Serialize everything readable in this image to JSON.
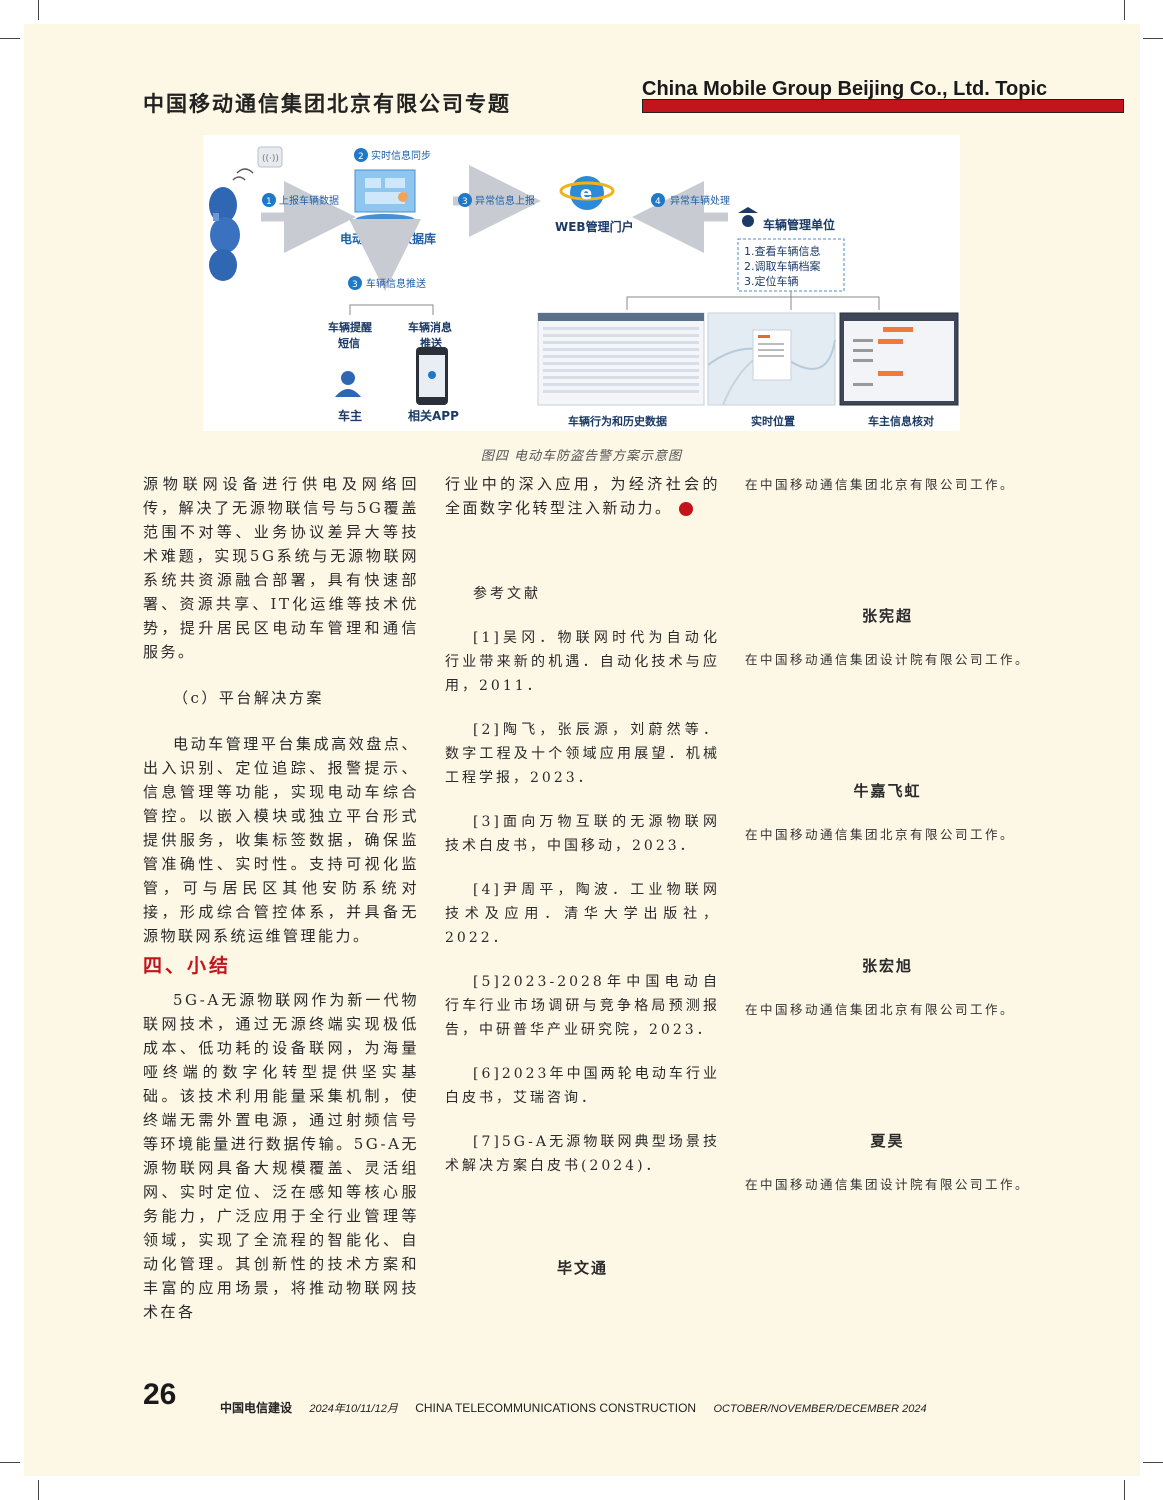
{
  "header": {
    "title_cn": "中国移动通信集团北京有限公司专题",
    "title_en": "China Mobile Group Beijing Co., Ltd. Topic"
  },
  "figure": {
    "caption": "图四  电动车防盗告警方案示意图",
    "steps": [
      "上报车辆数据",
      "实时信息同步",
      "异常信息上报",
      "异常车辆处理",
      "车辆信息推送"
    ],
    "labels": {
      "database": "电动车实时数据库",
      "portal": "WEB管理门户",
      "unit": "车辆管理单位",
      "sms": [
        "车辆提醒",
        "短信"
      ],
      "push": [
        "车辆消息",
        "推送"
      ],
      "owner": "车主",
      "app": "相关APP",
      "history": "车辆行为和历史数据",
      "location": "实时位置",
      "verify": "车主信息核对"
    },
    "task_list": [
      "1.查看车辆信息",
      "2.调取车辆档案",
      "3.定位车辆"
    ],
    "colors": {
      "accent_blue": "#1f78c8",
      "text_dark": "#1c3a66",
      "footer_blue": "#1f5fa8"
    }
  },
  "col1": {
    "p1": "源物联网设备进行供电及网络回传，解决了无源物联信号与5G覆盖范围不对等、业务协议差异大等技术难题，实现5G系统与无源物联网系统共资源融合部署，具有快速部署、资源共享、IT化运维等技术优势，提升居民区电动车管理和通信服务。",
    "sub_c": "（c）平台解决方案",
    "p2": "电动车管理平台集成高效盘点、出入识别、定位追踪、报警提示、信息管理等功能，实现电动车综合管控。以嵌入模块或独立平台形式提供服务，收集标签数据，确保监管准确性、实时性。支持可视化监管，可与居民区其他安防系统对接，形成综合管控体系，并具备无源物联网系统运维管理能力。",
    "section4": "四、小结",
    "p3": "5G-A无源物联网作为新一代物联网技术，通过无源终端实现极低成本、低功耗的设备联网，为海量哑终端的数字化转型提供坚实基础。该技术利用能量采集机制，使终端无需外置电源，通过射频信号等环境能量进行数据传输。5G-A无源物联网具备大规模覆盖、灵活组网、实时定位、泛在感知等核心服务能力，广泛应用于全行业管理等领域，实现了全流程的智能化、自动化管理。其创新性的技术方案和丰富的应用场景，将推动物联网技术在各"
  },
  "col2": {
    "p1": "行业中的深入应用，为经济社会的全面数字化转型注入新动力。",
    "refs_title": "参考文献",
    "refs": [
      "[1]吴冈．物联网时代为自动化行业带来新的机遇．自动化技术与应用，2011．",
      "[2]陶飞，张辰源，刘蔚然等．数字工程及十个领域应用展望．机械工程学报，2023．",
      "[3]面向万物互联的无源物联网技术白皮书，中国移动，2023．",
      "[4]尹周平，陶波．工业物联网技术及应用．清华大学出版社，2022．",
      "[5]2023-2028年中国电动自行车行业市场调研与竞争格局预测报告，中研普华产业研究院，2023．",
      "[6]2023年中国两轮电动车行业白皮书，艾瑞咨询．",
      "[7]5G-A无源物联网典型场景技术解决方案白皮书(2024)．"
    ],
    "author": "毕文通"
  },
  "col3": {
    "aff0": "在中国移动通信集团北京有限公司工作。",
    "authors": [
      {
        "name": "张宪超",
        "aff": "在中国移动通信集团设计院有限公司工作。"
      },
      {
        "name": "牛嘉飞虹",
        "aff": "在中国移动通信集团北京有限公司工作。"
      },
      {
        "name": "张宏旭",
        "aff": "在中国移动通信集团北京有限公司工作。"
      },
      {
        "name": "夏昊",
        "aff": "在中国移动通信集团设计院有限公司工作。"
      }
    ]
  },
  "footer": {
    "page_number": "26",
    "journal_cn": "中国电信建设",
    "issue_cn": "2024年10/11/12月",
    "journal_en": "CHINA TELECOMMUNICATIONS CONSTRUCTION",
    "issue_en": "OCTOBER/NOVEMBER/DECEMBER 2024"
  }
}
